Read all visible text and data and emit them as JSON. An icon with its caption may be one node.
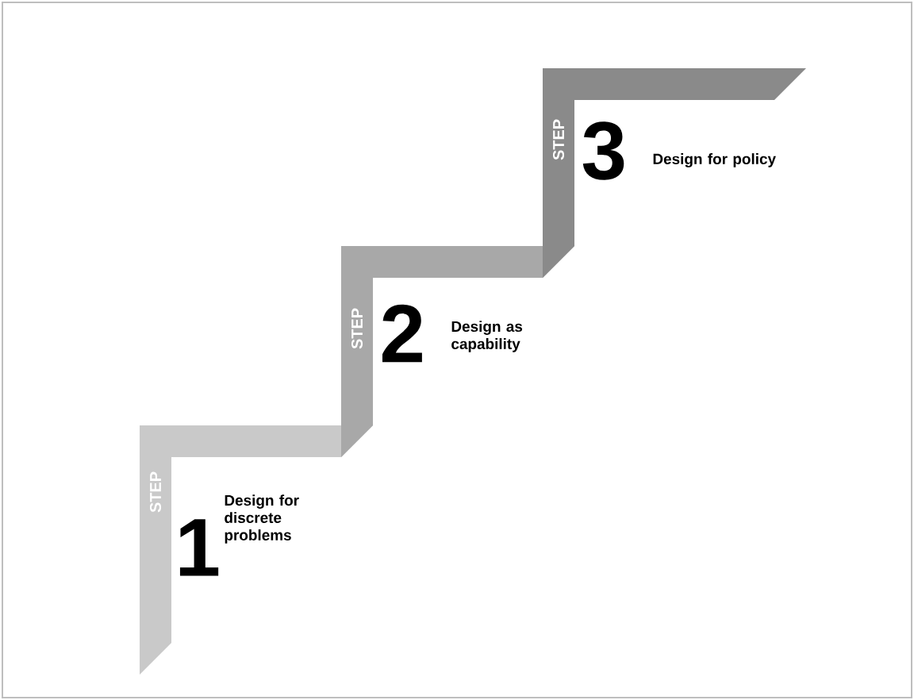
{
  "diagram": {
    "nodes": [
      {
        "text": [
          "STEP",
          "1",
          "Design for discrete problems"
        ]
      },
      {
        "text": [
          "STEP",
          "2",
          "Design as capability"
        ]
      },
      {
        "text": [
          "STEP",
          "3",
          "Design for policy"
        ]
      }
    ]
  }
}
